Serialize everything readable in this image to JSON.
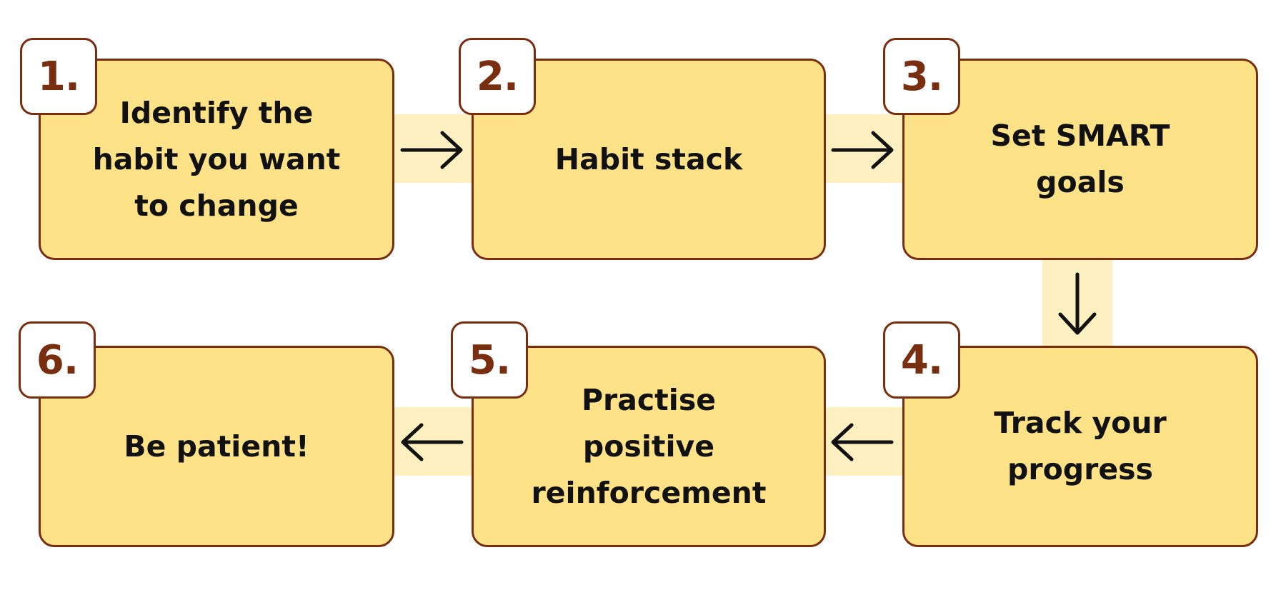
{
  "colors": {
    "box_fill": "#FDE288",
    "box_border": "#7A2E10",
    "badge_fill": "#FFFFFF",
    "badge_text": "#7A2E10",
    "connector": "#FFF0C2",
    "arrow": "#111111"
  },
  "steps": [
    {
      "number": "1.",
      "label": "Identify the\nhabit you want\nto change"
    },
    {
      "number": "2.",
      "label": "Habit stack"
    },
    {
      "number": "3.",
      "label": "Set SMART\ngoals"
    },
    {
      "number": "4.",
      "label": "Track your\nprogress"
    },
    {
      "number": "5.",
      "label": "Practise\npositive\nreinforcement"
    },
    {
      "number": "6.",
      "label": "Be patient!"
    }
  ],
  "arrows": [
    {
      "from": "1.",
      "to": "2.",
      "direction": "right",
      "icon": "arrow-right-icon"
    },
    {
      "from": "2.",
      "to": "3.",
      "direction": "right",
      "icon": "arrow-right-icon"
    },
    {
      "from": "3.",
      "to": "4.",
      "direction": "down",
      "icon": "arrow-down-icon"
    },
    {
      "from": "4.",
      "to": "5.",
      "direction": "left",
      "icon": "arrow-left-icon"
    },
    {
      "from": "5.",
      "to": "6.",
      "direction": "left",
      "icon": "arrow-left-icon"
    }
  ]
}
